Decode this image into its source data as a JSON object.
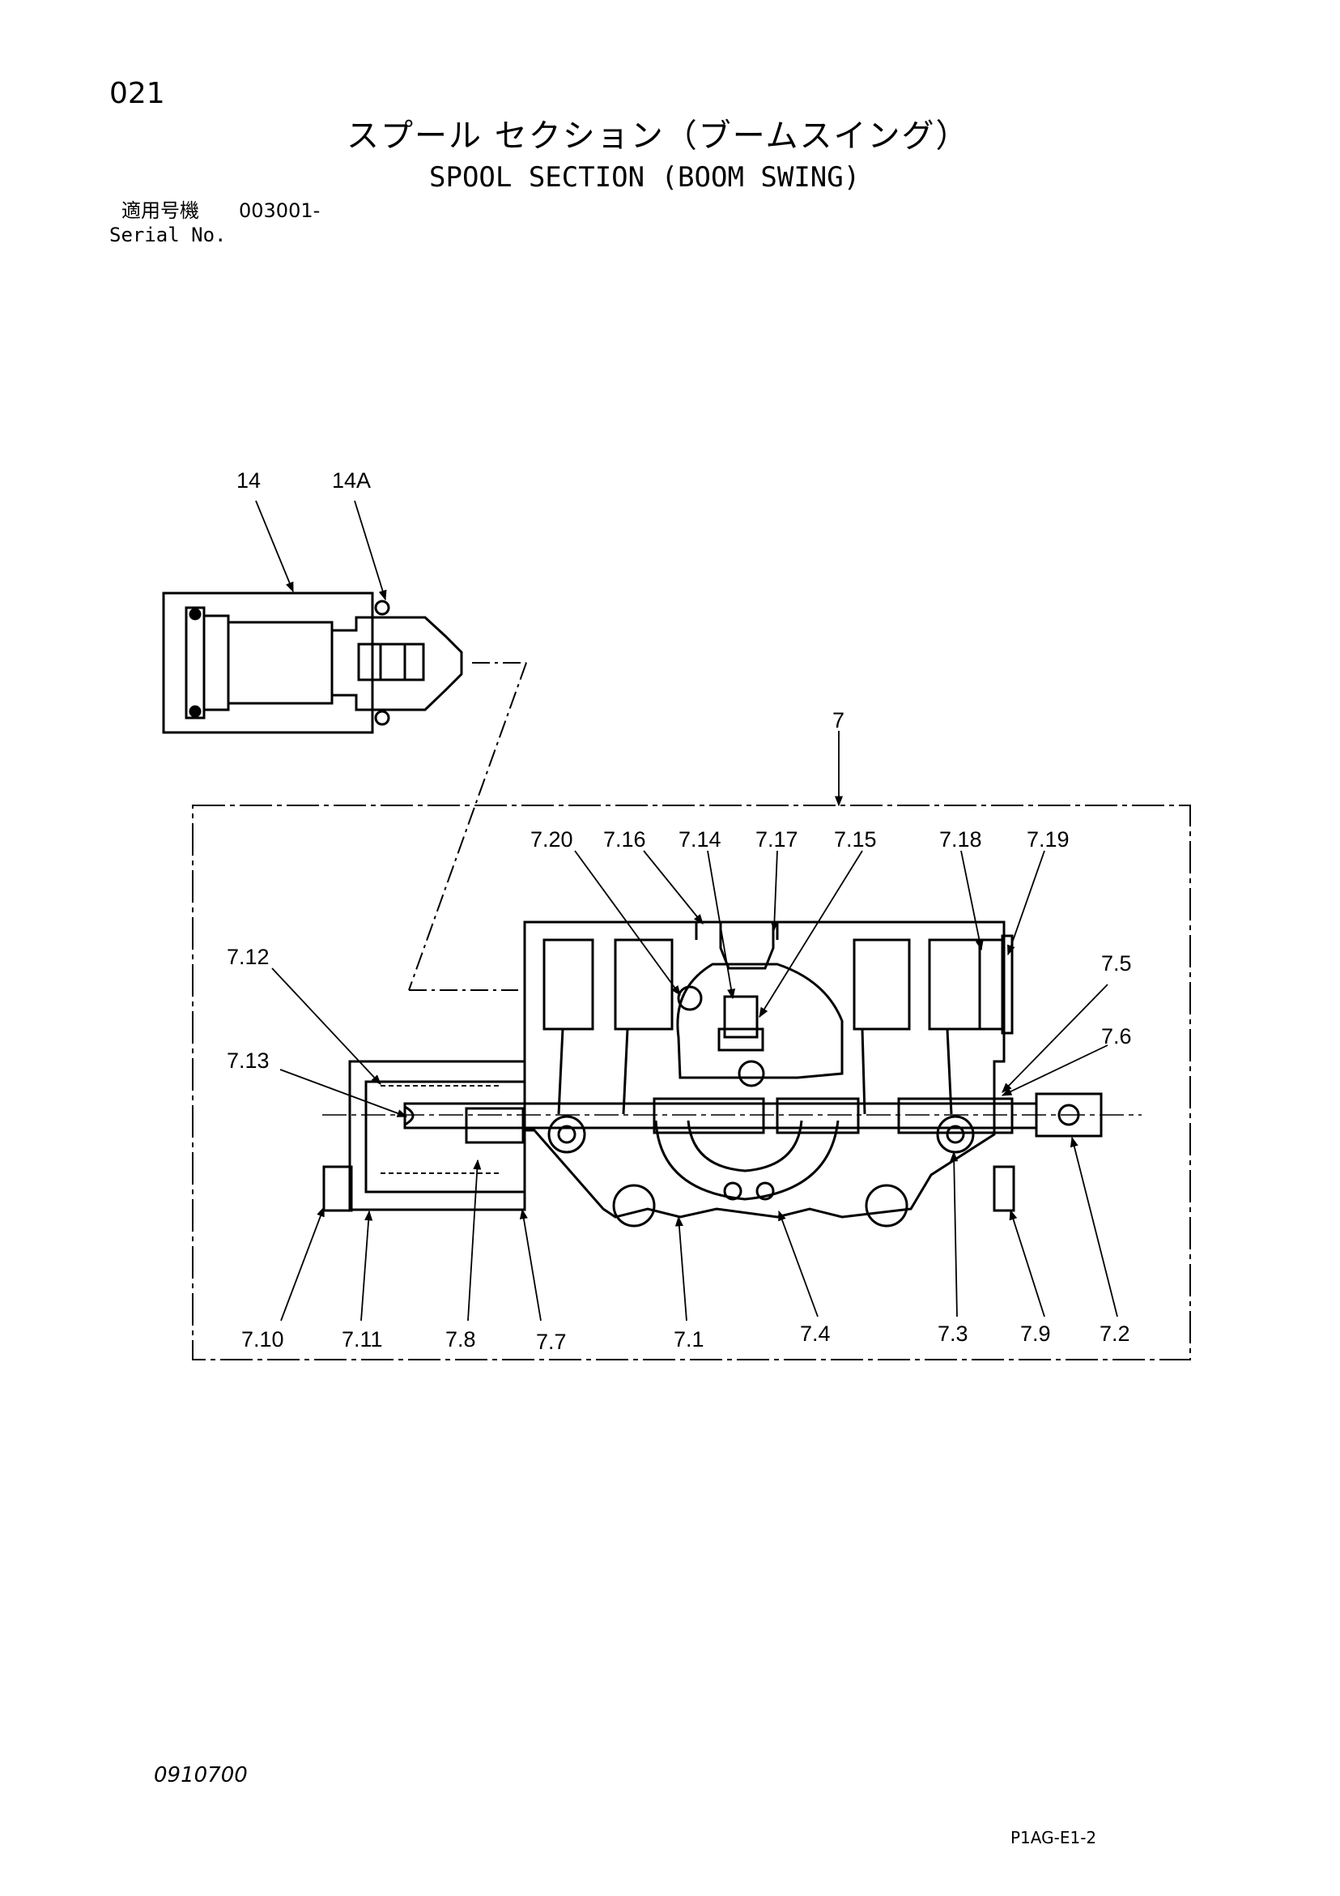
{
  "header": {
    "page_number": "021",
    "title_ja": "スプール セクション（ブームスイング）",
    "title_en": "SPOOL SECTION (BOOM SWING)",
    "serial_label_ja": "適用号機",
    "serial_value": "003001-",
    "serial_label_en": "Serial No."
  },
  "callouts": {
    "c14": "14",
    "c14a": "14A",
    "c7": "7",
    "c7_20": "7.20",
    "c7_16": "7.16",
    "c7_14": "7.14",
    "c7_17": "7.17",
    "c7_15": "7.15",
    "c7_18": "7.18",
    "c7_19": "7.19",
    "c7_12": "7.12",
    "c7_13": "7.13",
    "c7_5": "7.5",
    "c7_6": "7.6",
    "c7_10": "7.10",
    "c7_11": "7.11",
    "c7_8": "7.8",
    "c7_7": "7.7",
    "c7_1": "7.1",
    "c7_4": "7.4",
    "c7_3": "7.3",
    "c7_9": "7.9",
    "c7_2": "7.2"
  },
  "footer": {
    "doc_code": "0910700",
    "sheet_code": "P1AG-E1-2"
  }
}
